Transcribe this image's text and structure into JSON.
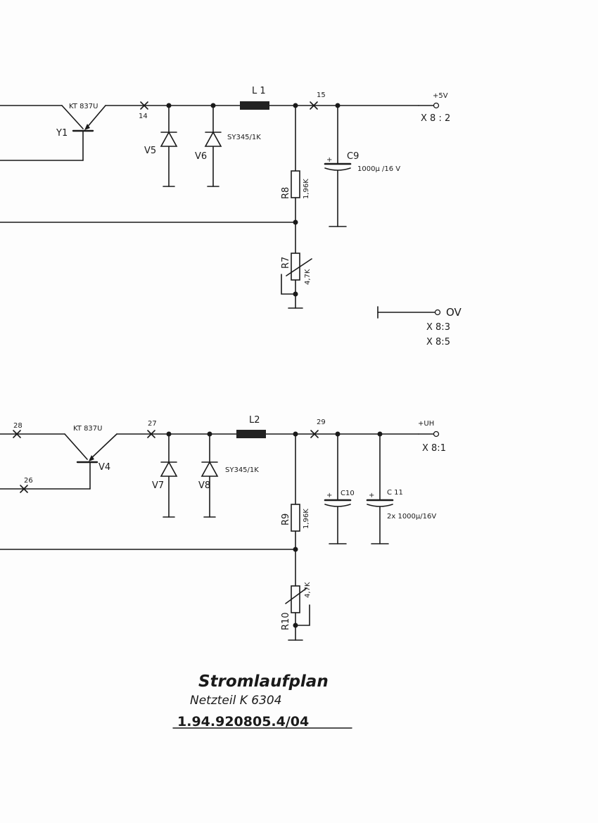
{
  "upper": {
    "transistor": {
      "ref": "Y1",
      "type": "KT 837U"
    },
    "point_a": "14",
    "diode_a": "V5",
    "diode_b": "V6",
    "diode_type": "SY345/1K",
    "inductor": "L 1",
    "point_b": "15",
    "output_label": "+5V",
    "output_pin": "X 8 : 2",
    "resistor_fixed": {
      "ref": "R8",
      "value": "1,96K"
    },
    "cap": {
      "ref": "C9",
      "value": "1000µ /16 V",
      "polarity": "+"
    },
    "resistor_adj": {
      "ref": "R7",
      "value": "4,7K"
    }
  },
  "ground_terminal": {
    "label": "OV",
    "pin_a": "X 8:3",
    "pin_b": "X 8:5"
  },
  "lower": {
    "transistor": {
      "ref": "V4",
      "type": "KT 837U"
    },
    "point_in_a": "28",
    "point_in_b": "26",
    "point_a": "27",
    "diode_a": "V7",
    "diode_b": "V8",
    "diode_type": "SY345/1K",
    "inductor": "L2",
    "point_b": "29",
    "output_label": "+UH",
    "output_pin": "X 8:1",
    "resistor_fixed": {
      "ref": "R9",
      "value": "1,96K"
    },
    "cap_a": {
      "ref": "C10",
      "polarity": "+"
    },
    "cap_b": {
      "ref": "C 11",
      "polarity": "+"
    },
    "cap_value": "2x 1000µ/16V",
    "resistor_adj": {
      "ref": "R10",
      "value": "4,7K"
    }
  },
  "title_block": {
    "title": "Stromlaufplan",
    "subtitle": "Netzteil K 6304",
    "drawing_number": "1.94.920805.4/04"
  }
}
